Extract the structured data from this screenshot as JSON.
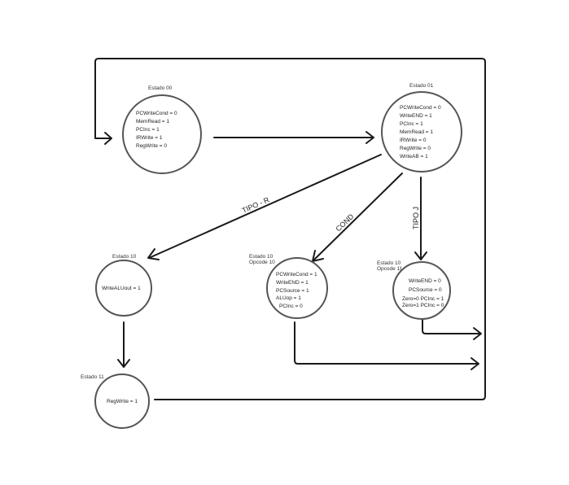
{
  "states": [
    {
      "id": "s00",
      "name": "Estado 00",
      "subname": "",
      "signals": [
        "PCWriteCond = 0",
        "MemRead = 1",
        "PCInc = 1",
        "IRWrite = 1",
        "RegWrite = 0"
      ]
    },
    {
      "id": "s01",
      "name": "Estado 01",
      "subname": "",
      "signals": [
        "PCWriteCond = 0",
        "WriteEND = 1",
        "PCInc = 1",
        "MemRead = 1",
        "IRWrite = 0",
        "RegWrite = 0",
        "WriteAB = 1"
      ]
    },
    {
      "id": "s10a",
      "name": "Estado 10",
      "subname": "",
      "signals": [
        "WriteALUout = 1"
      ]
    },
    {
      "id": "s10b",
      "name": "Estado 10",
      "subname": "Opcode 10",
      "signals": [
        "PCWriteCond = 1",
        "WriteEND = 1",
        "PCSource = 1",
        "ALUop = 1",
        "PCInc = 0"
      ]
    },
    {
      "id": "s10c",
      "name": "Estado 10",
      "subname": "Opcode 11",
      "signals": [
        "WriteEND = 0",
        "PCSource = 0",
        "Zero=0 PCInc = 1",
        "Zero=1 PCInc = 0"
      ]
    },
    {
      "id": "s11",
      "name": "Estado 11",
      "subname": "",
      "signals": [
        "RegWrite = 1"
      ]
    }
  ],
  "transitions": [
    {
      "id": "t-loop",
      "from": "s11",
      "to": "s00",
      "label": ""
    },
    {
      "id": "t-00-01",
      "from": "s00",
      "to": "s01",
      "label": ""
    },
    {
      "id": "t-01-10a",
      "from": "s01",
      "to": "s10a",
      "label": "TIPO - R"
    },
    {
      "id": "t-01-10b",
      "from": "s01",
      "to": "s10b",
      "label": "COND"
    },
    {
      "id": "t-01-10c",
      "from": "s01",
      "to": "s10c",
      "label": "TIPO J"
    },
    {
      "id": "t-10a-11",
      "from": "s10a",
      "to": "s11",
      "label": ""
    },
    {
      "id": "t-10b-out",
      "from": "s10b",
      "to": "s00",
      "label": ""
    },
    {
      "id": "t-10c-out",
      "from": "s10c",
      "to": "s00",
      "label": ""
    }
  ]
}
